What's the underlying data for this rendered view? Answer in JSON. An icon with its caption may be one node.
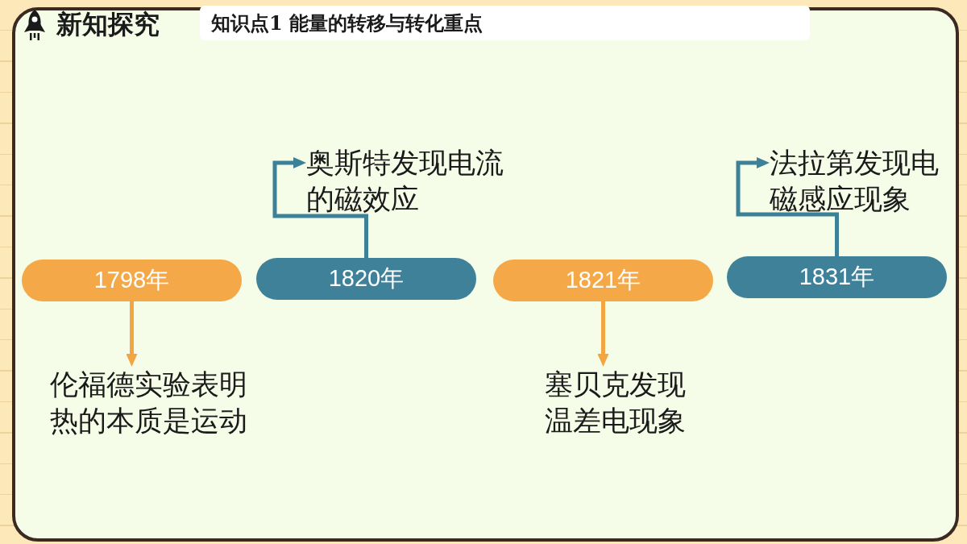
{
  "diagram": {
    "title": "知识点1 能量的转移与转化重点",
    "nodes": [
      {
        "text": [
          "奥斯特发现电流的磁效应"
        ]
      },
      {
        "text": [
          "法拉第发现电磁感应现象"
        ]
      },
      {
        "text": [
          "1798年"
        ]
      },
      {
        "text": [
          "1820年"
        ]
      },
      {
        "text": [
          "1821年"
        ]
      },
      {
        "text": [
          "1831年"
        ]
      },
      {
        "text": [
          "伦福德实验表明热的本质是运动"
        ]
      },
      {
        "text": [
          "塞贝克发现温差电现象"
        ]
      }
    ],
    "edges": [
      {
        "from": 2,
        "to": 6,
        "arrow": "to",
        "color": "#f2a541"
      },
      {
        "from": 3,
        "to": 0,
        "arrow": "to",
        "color": "#3c8198"
      },
      {
        "from": 4,
        "to": 7,
        "arrow": "to",
        "color": "#f2a541"
      },
      {
        "from": 5,
        "to": 1,
        "arrow": "to",
        "color": "#3c8198"
      }
    ],
    "labels": [
      "新知探究"
    ]
  }
}
